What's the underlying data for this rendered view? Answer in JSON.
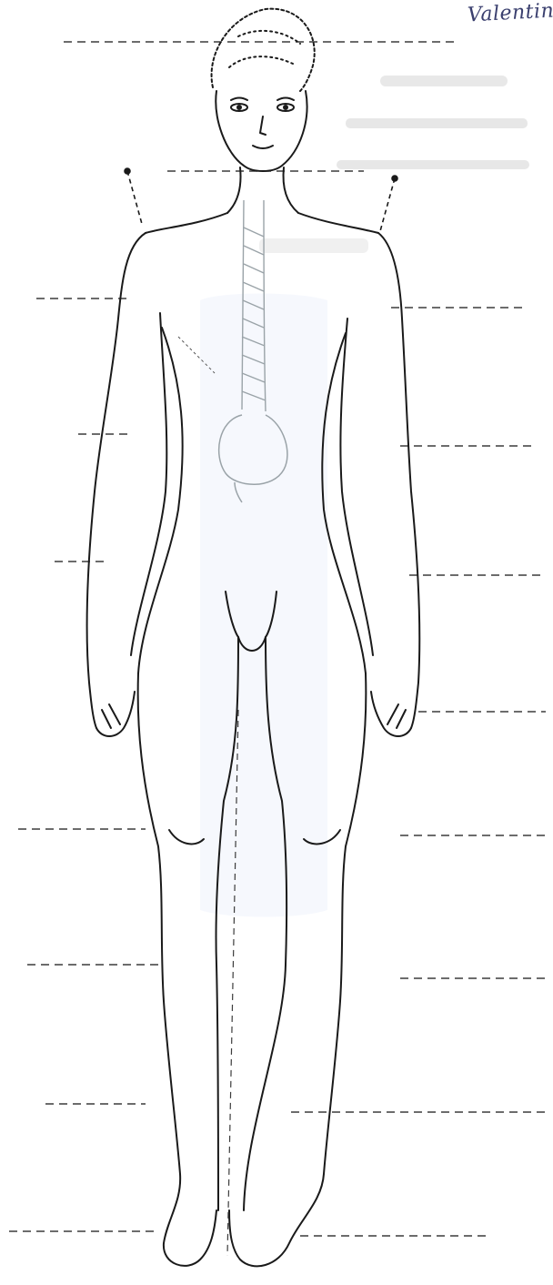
{
  "handwritten_name": "Valentin",
  "colors": {
    "outline": "#1a1a1a",
    "organ_outline": "#9aa3a8",
    "guide_line": "#3b3b3b",
    "bleed_through": "#6f6f6f",
    "body_tint": "#eef3fb"
  },
  "figure": {
    "subject": "female-figure-outline",
    "organs": [
      "esophagus",
      "stomach"
    ]
  }
}
